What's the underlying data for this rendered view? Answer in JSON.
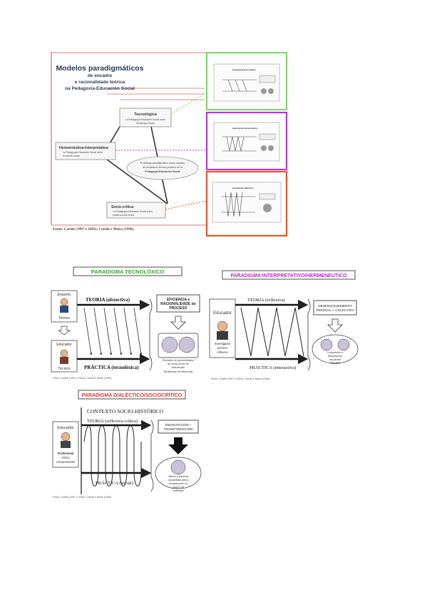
{
  "top_figure": {
    "title_lines": [
      "Modelos paradigmáticos",
      "de encadre",
      "e racionalidade teórica",
      "na Pedagoxía-Educación Social"
    ],
    "tecnologica": {
      "title": "Tecnológica",
      "sub1": "La Pedagogía-Educación Social como",
      "sub2": "tecnología Social"
    },
    "hermeneutica": {
      "title": "Hermenéutica-Interpretativa",
      "sub1": "La Pedagogía-Educación Social como",
      "sub2": "formación social"
    },
    "sociocritica": {
      "title": "Socio-crítica",
      "sub1": "La Pedagogía-Educación Social como",
      "sub2": "práctica socio-crítica"
    },
    "center_text": [
      "El diálogo paradigmático como espacio",
      "de pluralismo teórico-práctico de la",
      "Pedagogía-Educación Social"
    ],
    "source": "Fonte: Caride (1997 e 2003); Caride e Meira (1996).",
    "thumb_labels": [
      "paradigma tecnológico",
      "paradigma hermenéutico",
      "paradigma dialéctico"
    ],
    "colors": {
      "green": "#7cd36b",
      "purple": "#b13ad6",
      "red": "#e8572c",
      "pink": "#e8a5a5"
    }
  },
  "tecnoloxico": {
    "header": "PARADIGMA TECNOLÓXICO",
    "header_color": "#35a829",
    "experto": "Experto",
    "teoria_role": "Teórico",
    "educador": "Educador",
    "tecnico": "Técnico",
    "teoria": "TEORIA  (obxectiva)",
    "practica": "PRÁCTICA  (tecnolóxica)",
    "result_box": [
      "EFICIENCIA e",
      "RACIONALIDADE do",
      "PROCESO"
    ],
    "result_caption": [
      "Redución de oportunidades",
      "ao mellor modo de",
      "intervenção",
      "(Problemas de eficiencia)"
    ],
    "source": "Fonte: Caride (1997 e 2003); Caride e Meira (1996)."
  },
  "interpretativo": {
    "header": "PARADIGMA INTERPRETATIVO/HERMENÉUTICO",
    "header_color": "#c02ac8",
    "educador": "Educador",
    "role": [
      "Investigador",
      "práctico",
      "reflexivo"
    ],
    "teoria": "TEORÍA  (reflexiva)",
    "practica": "PRÁCTICA  (interactiva)",
    "result_box": [
      "DESENVOLVEMENTO",
      "PERSOAL + COLECTIVO"
    ],
    "result_caption": [
      "Comprensión e",
      "interpretación",
      "da práctica",
      "educativa"
    ],
    "source": "Fonte: Caride (1997 e 2003); Caride e Meira (1996)."
  },
  "dialectico": {
    "header": "PARADIGMA DIALÉCTICO/SOCIOCRÍTICO",
    "header_color": "#e8342c",
    "contexto": "CONTEXTO SOCIO-HISTÓRICO",
    "educador": "Educador",
    "role": [
      "Profesional",
      "crítico,",
      "comprometido"
    ],
    "teoria": "TEORIA  (reflexiva-crítica)",
    "practica": "PRÁCTICA  (social)",
    "result_box": [
      "EMANCIPACIÓN +",
      "TRANSFORMACIÓN"
    ],
    "result_caption": [
      "Valores e prácticas",
      "compartidas para a",
      "emancipación do",
      "grupo e da",
      "sociedade"
    ],
    "source": "Fonte: Caride (1997 e 2003); Caride e Meira (1996)."
  }
}
